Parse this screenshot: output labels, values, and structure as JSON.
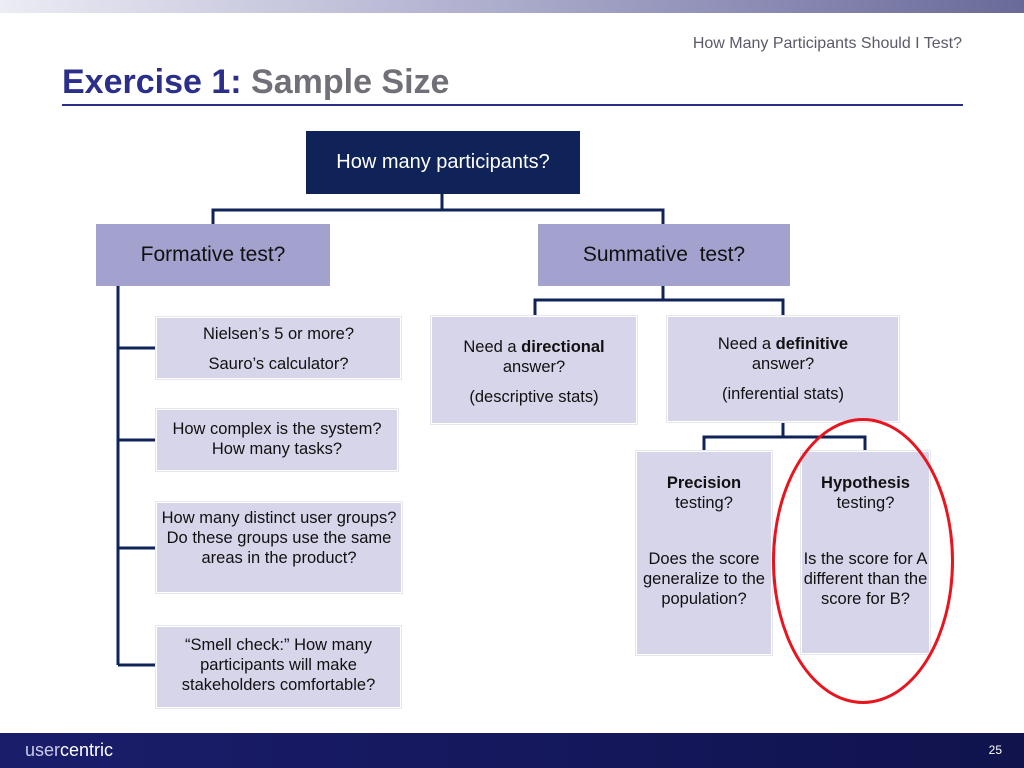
{
  "header": {
    "subtitle": "How Many Participants Should I Test?",
    "title_part1": "Exercise 1:",
    "title_part2": "Sample Size"
  },
  "root": {
    "label": "How many participants?"
  },
  "formative": {
    "label": "Formative test?",
    "items": [
      {
        "line1": "Nielsen’s 5 or more?",
        "line2": "Sauro’s calculator?"
      },
      {
        "text": "How complex is the system? How many tasks?"
      },
      {
        "text": "How many distinct user groups? Do these groups use the same areas in the product?"
      },
      {
        "text": "“Smell check:” How many participants will make stakeholders comfortable?"
      }
    ]
  },
  "summative": {
    "label": "Summative  test?",
    "directional": {
      "prefix": "Need a ",
      "bold": "directional",
      "suffix": "answer?",
      "note": "(descriptive stats)"
    },
    "definitive": {
      "prefix": "Need a ",
      "bold": "definitive",
      "suffix": "answer?",
      "note": "(inferential stats)"
    },
    "precision": {
      "bold": "Precision",
      "line2": "testing?",
      "body": "Does the score generalize to the population?"
    },
    "hypothesis": {
      "bold": "Hypothesis",
      "line2": "testing?",
      "body": "Is the score for A different than the score for B?"
    }
  },
  "footer": {
    "logo_part1": "user",
    "logo_part2": "centric",
    "page_number": "25"
  },
  "colors": {
    "accent": "#2b2f8a",
    "root_box": "#0f2359",
    "level1_box": "#a3a1cd",
    "level2_box": "#d7d5ea",
    "highlight_circle": "#e8141e"
  }
}
